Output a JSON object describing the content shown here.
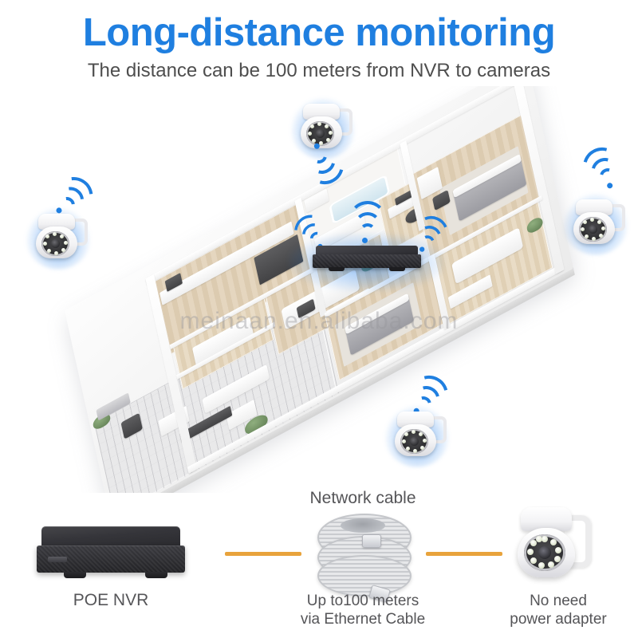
{
  "header": {
    "title": "Long-distance monitoring",
    "subtitle": "The distance can be 100 meters from NVR to cameras",
    "title_color": "#1f7fe0",
    "subtitle_color": "#4e4e4e"
  },
  "scene": {
    "name": "isometric-house-floorplan",
    "watermark": "meinaan.en.alibaba.com",
    "accent_color": "#1f7fe0",
    "devices": [
      {
        "type": "ptz-camera",
        "location": "patio-entrance",
        "wifi": true,
        "wifi_direction": "up-right"
      },
      {
        "type": "ptz-camera",
        "location": "upstairs-bathroom-hall",
        "wifi": true,
        "wifi_direction": "down-right"
      },
      {
        "type": "ptz-camera",
        "location": "master-bedroom",
        "wifi": true,
        "wifi_direction": "up-left"
      },
      {
        "type": "ptz-camera",
        "location": "second-bedroom-hall",
        "wifi": true,
        "wifi_direction": "up-right"
      },
      {
        "type": "poe-nvr",
        "location": "center-living-area",
        "wifi": true,
        "wifi_count": 3
      }
    ],
    "rooms": [
      "patio",
      "kitchen",
      "dining",
      "living-room",
      "bathroom",
      "study",
      "master-bedroom",
      "second-bedroom",
      "lounge"
    ]
  },
  "bottom": {
    "items": [
      {
        "id": "poe-nvr",
        "label": "POE NVR",
        "label2": ""
      },
      {
        "id": "network-cable",
        "label": "Up to100 meters",
        "label2": "via Ethernet Cable",
        "heading": "Network cable"
      },
      {
        "id": "ptz-camera",
        "label": "No need",
        "label2": "power adapter"
      }
    ],
    "connector_color": "#e8a33c"
  }
}
